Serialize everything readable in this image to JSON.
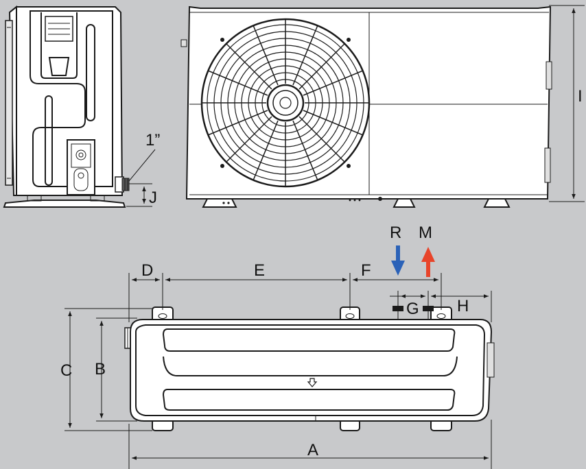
{
  "labels": {
    "fitting": "1”",
    "J": "J",
    "I": "I",
    "R": "R",
    "M": "M",
    "D": "D",
    "E": "E",
    "F": "F",
    "G": "G",
    "H": "H",
    "A": "A",
    "B": "B",
    "C": "C"
  },
  "colors": {
    "background": "#c8c9cb",
    "line": "#1a1a1a",
    "return_arrow": "#2b62b8",
    "flow_arrow": "#e8442a"
  },
  "icons": {
    "return": "down-arrow-icon",
    "flow": "up-arrow-icon",
    "drain": "drain-arrow-icon"
  }
}
